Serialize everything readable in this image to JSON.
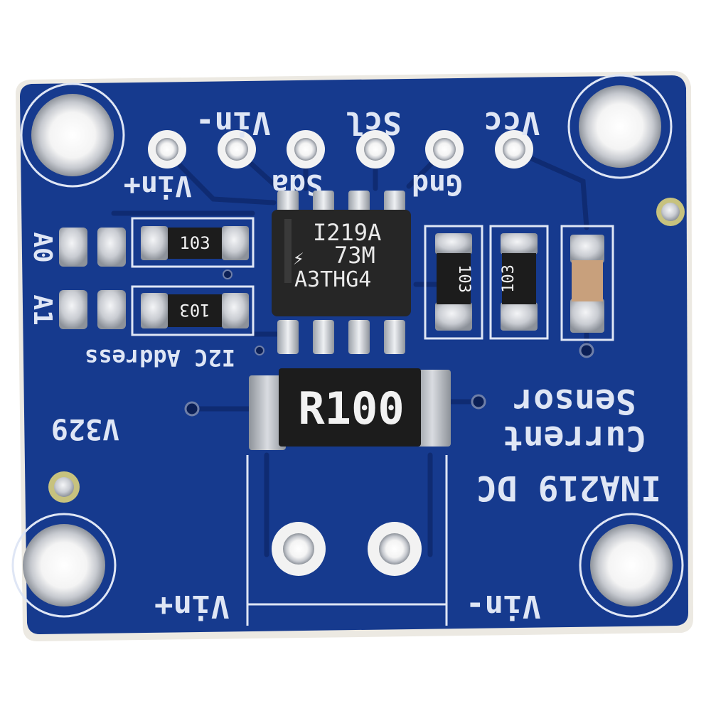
{
  "colors": {
    "pcb": "#163a8e",
    "pcb_dark": "#0f2b72",
    "silkscreen": "#dfe6f5",
    "solder": "#c9ccd2",
    "chip": "#262626",
    "resistor_body": "#1c1c1c",
    "capacitor": "#c8a07c"
  },
  "header": {
    "pin_labels_top": [
      "Vin-",
      "Scl",
      "Vcc"
    ],
    "pin_labels_bottom": [
      "Vin+",
      "Sda",
      "Gnd"
    ]
  },
  "address": {
    "a0": "A0",
    "a1": "A1",
    "caption": "I2C Address"
  },
  "chip": {
    "line1": "I219A",
    "line2": "73M",
    "line3": "A3THG4"
  },
  "resistors": {
    "left_top": "103",
    "left_bottom": "103",
    "right_1": "103",
    "right_2": "103"
  },
  "shunt": {
    "label": "R100"
  },
  "board_text": {
    "version": "V329",
    "title_line1": "Sensor",
    "title_line2": "Current",
    "title_line3": "INA219 DC",
    "terminal_left": "Vin+",
    "terminal_right": "Vin-"
  }
}
